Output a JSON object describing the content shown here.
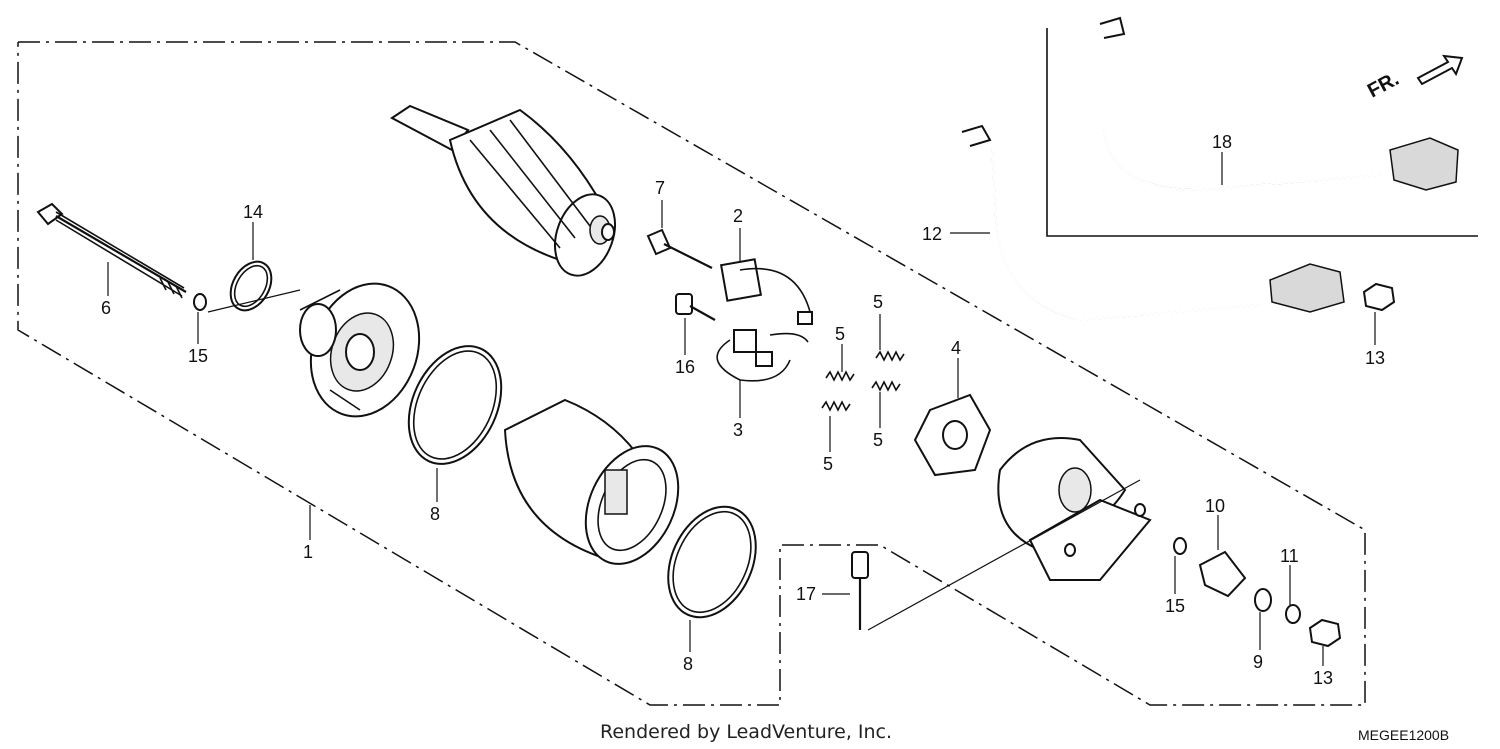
{
  "callouts": {
    "c1": "1",
    "c2": "2",
    "c3": "3",
    "c4": "4",
    "c5a": "5",
    "c5b": "5",
    "c5c": "5",
    "c5d": "5",
    "c6": "6",
    "c7": "7",
    "c8a": "8",
    "c8b": "8",
    "c9": "9",
    "c10": "10",
    "c11": "11",
    "c12": "12",
    "c13a": "13",
    "c13b": "13",
    "c14": "14",
    "c15a": "15",
    "c15b": "15",
    "c16": "16",
    "c17": "17",
    "c18": "18"
  },
  "direction_marker": "FR.",
  "footer": {
    "credit": "Rendered by LeadVenture, Inc.",
    "diagram_code": "MEGEE1200B"
  }
}
